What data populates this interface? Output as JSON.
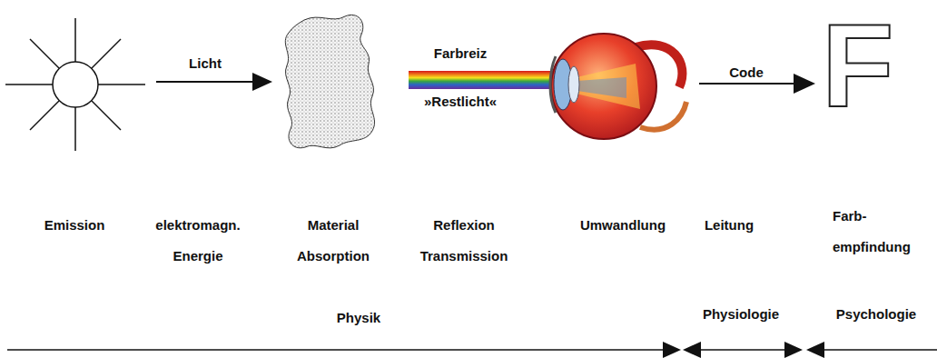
{
  "diagram": {
    "labels": [
      "Licht",
      "Farbreiz",
      "»Restlicht«",
      "Code",
      "F",
      "Emission",
      "elektromagn. Energie",
      "Material Absorption",
      "Reflexion Transmission",
      "Umwandlung",
      "Leitung",
      "Farb- empfindung",
      "Physik",
      "Physiologie",
      "Psychologie"
    ]
  }
}
